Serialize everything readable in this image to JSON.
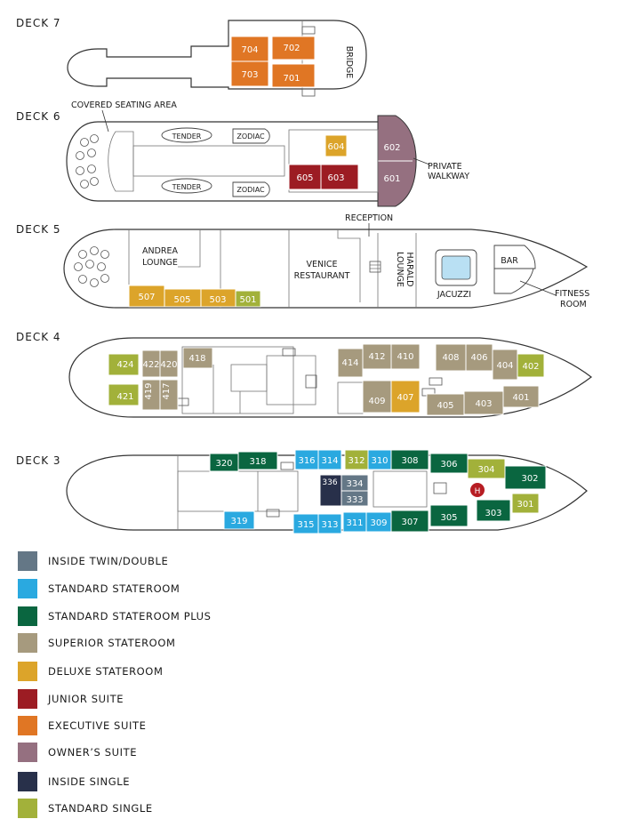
{
  "colors": {
    "inside_twin": "#647786",
    "standard": "#2aa9e0",
    "standard_plus": "#0a6640",
    "superior": "#a69a7e",
    "deluxe": "#dca42a",
    "junior": "#9c1c23",
    "executive": "#e07624",
    "owners": "#957080",
    "inside_single": "#28304a",
    "standard_single": "#a2b13a",
    "outline": "#333333",
    "cabin_text": "#ffffff"
  },
  "decks": {
    "d7": "DECK 7",
    "d6": "DECK 6",
    "d5": "DECK 5",
    "d4": "DECK 4",
    "d3": "DECK 3"
  },
  "labels": {
    "bridge": "BRIDGE",
    "covered_seating": "COVERED SEATING AREA",
    "tender": "TENDER",
    "zodiac": "ZODIAC",
    "private": "PRIVATE",
    "walkway": "WALKWAY",
    "reception": "RECEPTION",
    "andrea": "ANDREA",
    "lounge": "LOUNGE",
    "venice": "VENICE",
    "restaurant": "RESTAURANT",
    "harald": "HARALD",
    "harald_lounge": "LOUNGE",
    "jacuzzi": "JACUZZI",
    "bar": "BAR",
    "fitness": "FITNESS",
    "room": "ROOM",
    "heli": "H"
  },
  "cabins": {
    "c704": "704",
    "c702": "702",
    "c703": "703",
    "c701": "701",
    "c604": "604",
    "c602": "602",
    "c605": "605",
    "c603": "603",
    "c601": "601",
    "c507": "507",
    "c505": "505",
    "c503": "503",
    "c501": "501",
    "c424": "424",
    "c422": "422",
    "c420": "420",
    "c418": "418",
    "c421": "421",
    "c419": "419",
    "c417": "417",
    "c414": "414",
    "c412": "412",
    "c410": "410",
    "c408": "408",
    "c406": "406",
    "c404": "404",
    "c402": "402",
    "c409": "409",
    "c407": "407",
    "c405": "405",
    "c403": "403",
    "c401": "401",
    "c320": "320",
    "c318": "318",
    "c316": "316",
    "c314": "314",
    "c312": "312",
    "c310": "310",
    "c308": "308",
    "c306": "306",
    "c304": "304",
    "c302": "302",
    "c336": "336",
    "c334": "334",
    "c333": "333",
    "c319": "319",
    "c315": "315",
    "c313": "313",
    "c311": "311",
    "c309": "309",
    "c307": "307",
    "c305": "305",
    "c303": "303",
    "c301": "301"
  },
  "legend": [
    {
      "label": "INSIDE TWIN/DOUBLE",
      "color": "#647786"
    },
    {
      "label": "STANDARD STATEROOM",
      "color": "#2aa9e0"
    },
    {
      "label": "STANDARD STATEROOM PLUS",
      "color": "#0a6640"
    },
    {
      "label": "SUPERIOR STATEROOM",
      "color": "#a69a7e"
    },
    {
      "label": "DELUXE STATEROOM",
      "color": "#dca42a"
    },
    {
      "label": "JUNIOR SUITE",
      "color": "#9c1c23"
    },
    {
      "label": "EXECUTIVE SUITE",
      "color": "#e07624"
    },
    {
      "label": "OWNER’S SUITE",
      "color": "#957080"
    },
    {
      "label": "INSIDE SINGLE",
      "color": "#28304a"
    },
    {
      "label": "STANDARD SINGLE",
      "color": "#a2b13a"
    }
  ]
}
